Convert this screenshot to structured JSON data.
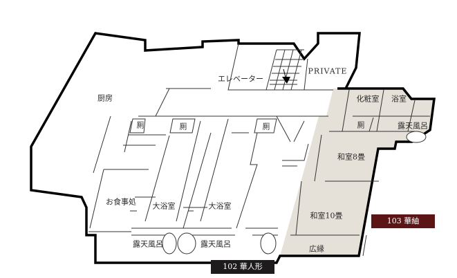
{
  "rooms": {
    "kitchen": "厨房",
    "elevator": "エレベーター",
    "private": "PRIVATE",
    "vanity": "化粧室",
    "bathroom": "浴室",
    "toilet": "厠",
    "open_air_bath": "露天風呂",
    "washitsu_8": "和室8畳",
    "dining": "お食事処",
    "large_bath": "大浴室",
    "washitsu_10": "和室10畳",
    "veranda": "広縁"
  },
  "badges": {
    "room_102": "102 華人形",
    "room_103": "103 華紬"
  },
  "colors": {
    "highlight_fill": "#e6e1d8",
    "wall": "#000000",
    "thin_line": "#333333",
    "badge_102": "#1d1b1c",
    "badge_103": "#5b1516"
  }
}
